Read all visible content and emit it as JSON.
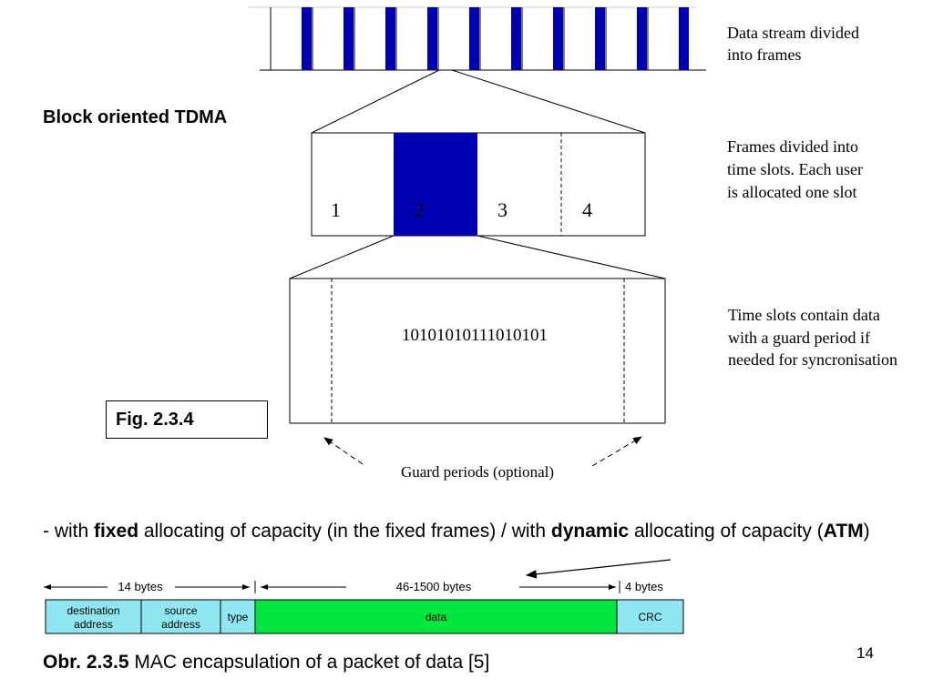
{
  "title": "Block oriented TDMA",
  "figure_label": "Fig. 2.3.4",
  "tdma": {
    "stream_caption": [
      "Data stream divided",
      "into frames"
    ],
    "frame_caption": [
      "Frames divided into",
      "time slots.  Each user",
      "is allocated one slot"
    ],
    "slot_caption": [
      "Time slots contain data",
      "with a guard period if",
      "needed for syncronisation"
    ],
    "slot_labels": [
      "1",
      "2",
      "3",
      "4"
    ],
    "slot_bits": "10101010111010101",
    "guard_label": "Guard periods (optional)"
  },
  "description": {
    "prefix": "- with ",
    "fixed": "fixed",
    "middle": " allocating of capacity (in the fixed frames) / with ",
    "dynamic": "dynamic",
    "after_dynamic": " allocating of capacity (",
    "atm": "ATM",
    "suffix": ")"
  },
  "mac": {
    "header_dim": "14 bytes",
    "data_dim": "46-1500 bytes",
    "crc_dim": "4 bytes",
    "fields": [
      "destination address",
      "source address",
      "type",
      "data",
      "CRC"
    ],
    "field_lines": [
      [
        "destination",
        "address"
      ],
      [
        "source",
        "address"
      ],
      [
        "type"
      ],
      [
        "data"
      ],
      [
        "CRC"
      ]
    ],
    "colors": {
      "header": "#8fe6f0",
      "data": "#00e640",
      "slot": "#0000b4"
    }
  },
  "caption": {
    "label": "Obr. 2.3.5",
    "text": " MAC encapsulation of a packet of data [5]"
  },
  "page_number": "14"
}
